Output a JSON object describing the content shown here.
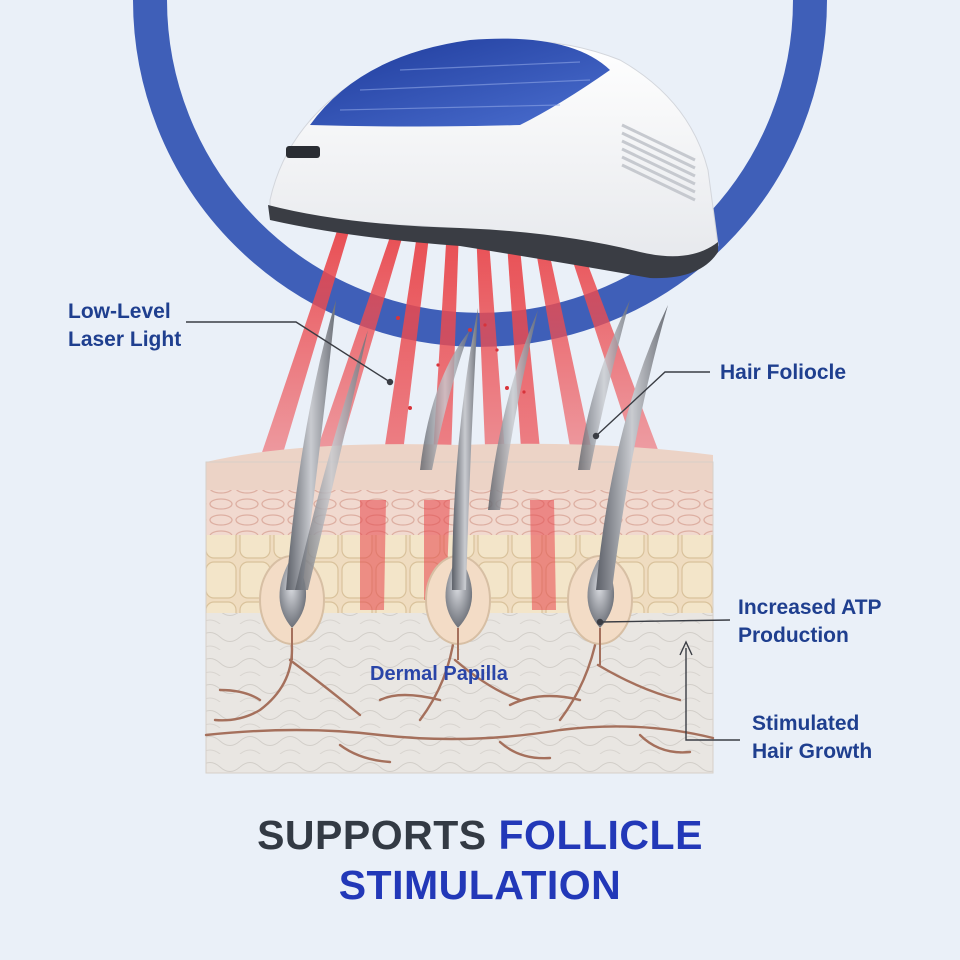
{
  "labels": {
    "laser_line1": "Low-Level",
    "laser_line2": "Laser Light",
    "follicle": "Hair Foliocle",
    "atp_line1": "Increased ATP",
    "atp_line2": "Production",
    "growth_line1": "Stimulated",
    "growth_line2": "Hair Growth",
    "papilla": "Dermal Papilla"
  },
  "headline": {
    "part1": "SUPPORTS",
    "part2": "FOLLICLE",
    "line2": "STIMULATION"
  },
  "colors": {
    "background": "#eaf0f8",
    "ring": "#3f5fb8",
    "laser": "#e8454a",
    "label_text": "#1f3f8f",
    "headline_dark": "#333a44",
    "headline_blue": "#2238b8",
    "skin_top": "#ecd3c6",
    "fat_layer": "#efdcc0",
    "dermis": "#e9e6e2",
    "hair": "#8c8f96",
    "vessel": "#a5705c"
  }
}
